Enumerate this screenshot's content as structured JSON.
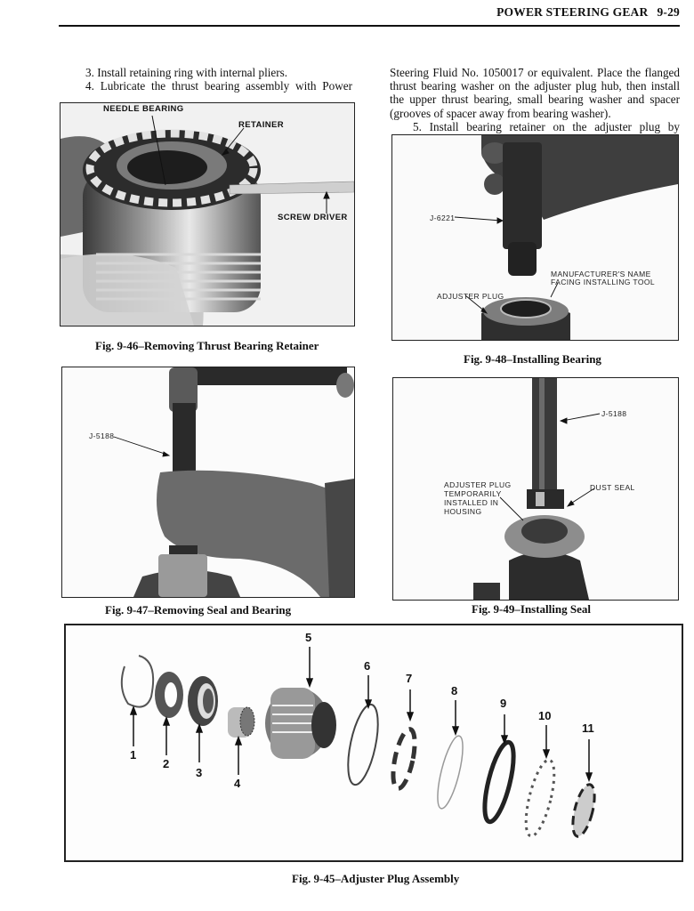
{
  "header": {
    "section_title": "POWER STEERING GEAR",
    "page_number": "9-29"
  },
  "left_column": {
    "steps": [
      {
        "number": "3.",
        "text": "Install retaining ring with internal pliers."
      },
      {
        "number": "4.",
        "text": "Lubricate the thrust bearing assembly with Power"
      }
    ]
  },
  "right_column": {
    "lines": [
      "Steering Fluid No. 1050017 or equivalent. Place the flanged",
      "thrust bearing washer on the adjuster plug hub, then install",
      "the upper thrust bearing, small bearing washer and spacer",
      "(grooves of spacer away from bearing washer)."
    ],
    "step5": "5. Install bearing retainer on the adjuster plug by"
  },
  "figures": {
    "fig_9_46": {
      "caption": "Fig. 9-46–Removing Thrust Bearing Retainer",
      "callouts": [
        "NEEDLE BEARING",
        "RETAINER",
        "SCREW DRIVER"
      ]
    },
    "fig_9_48": {
      "caption": "Fig. 9-48–Installing Bearing",
      "callouts": [
        "J-6221",
        "MANUFACTURER'S NAME",
        "FACING INSTALLING TOOL",
        "ADJUSTER PLUG"
      ]
    },
    "fig_9_47": {
      "caption": "Fig. 9-47–Removing Seal and Bearing",
      "callouts": [
        "J-5188"
      ]
    },
    "fig_9_49": {
      "caption": "Fig. 9-49–Installing Seal",
      "callouts": [
        "J-5188",
        "ADJUSTER PLUG",
        "TEMPORARILY",
        "INSTALLED IN",
        "HOUSING",
        "DUST SEAL"
      ]
    },
    "fig_9_45": {
      "caption": "Fig. 9-45–Adjuster Plug Assembly",
      "part_numbers": [
        "1",
        "2",
        "3",
        "4",
        "5",
        "6",
        "7",
        "8",
        "9",
        "10",
        "11"
      ]
    }
  }
}
